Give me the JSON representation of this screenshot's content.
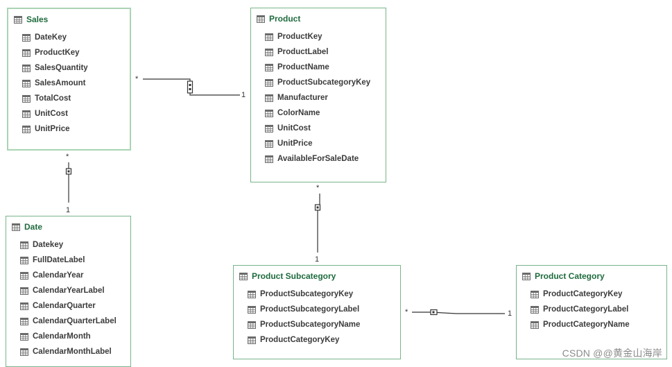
{
  "tables": [
    {
      "id": "sales",
      "title": "Sales",
      "selected": true,
      "fields": [
        "DateKey",
        "ProductKey",
        "SalesQuantity",
        "SalesAmount",
        "TotalCost",
        "UnitCost",
        "UnitPrice"
      ]
    },
    {
      "id": "product",
      "title": "Product",
      "selected": false,
      "fields": [
        "ProductKey",
        "ProductLabel",
        "ProductName",
        "ProductSubcategoryKey",
        "Manufacturer",
        "ColorName",
        "UnitCost",
        "UnitPrice",
        "AvailableForSaleDate"
      ]
    },
    {
      "id": "date",
      "title": "Date",
      "selected": false,
      "fields": [
        "Datekey",
        "FullDateLabel",
        "CalendarYear",
        "CalendarYearLabel",
        "CalendarQuarter",
        "CalendarQuarterLabel",
        "CalendarMonth",
        "CalendarMonthLabel"
      ]
    },
    {
      "id": "product-subcategory",
      "title": "Product Subcategory",
      "selected": false,
      "fields": [
        "ProductSubcategoryKey",
        "ProductSubcategoryLabel",
        "ProductSubcategoryName",
        "ProductCategoryKey"
      ]
    },
    {
      "id": "product-category",
      "title": "Product Category",
      "selected": false,
      "fields": [
        "ProductCategoryKey",
        "ProductCategoryLabel",
        "ProductCategoryName"
      ]
    }
  ],
  "relationships": [
    {
      "from": "sales",
      "to": "product",
      "many_label": "*",
      "one_label": "1"
    },
    {
      "from": "sales",
      "to": "date",
      "many_label": "*",
      "one_label": "1"
    },
    {
      "from": "product",
      "to": "product-subcategory",
      "many_label": "*",
      "one_label": "1"
    },
    {
      "from": "product-subcategory",
      "to": "product-category",
      "many_label": "*",
      "one_label": "1"
    }
  ],
  "watermark": "CSDN @@黄金山海岸",
  "colors": {
    "border": "#79b38b",
    "selected_border": "#a9d4b4",
    "title": "#1e6b3d",
    "field_text": "#3b3b3b",
    "line": "#333333"
  },
  "icons": {
    "table": "table-grid-icon",
    "field": "table-grid-icon",
    "cross_filter": "cross-filter-marker-icon"
  }
}
